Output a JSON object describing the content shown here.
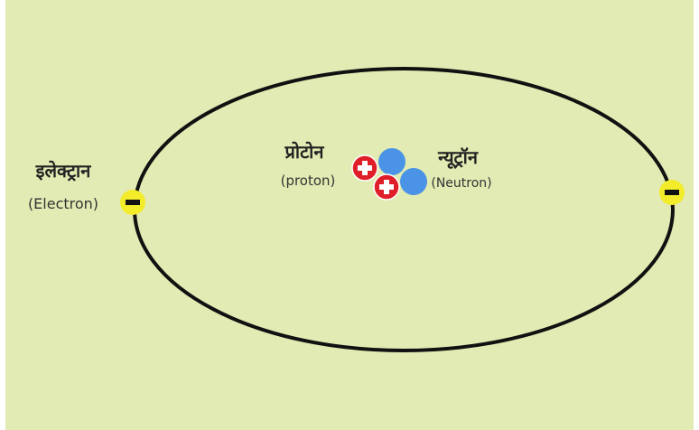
{
  "colors": {
    "background": "#e2ebb3",
    "orbit": "#111111",
    "electron": "#f2ec2a",
    "proton": "#e01e2a",
    "neutron": "#4b93e6",
    "text": "#222222"
  },
  "labels": {
    "electron_hindi": "इलेक्ट्रान",
    "electron_english": "(Electron)",
    "proton_hindi": "प्रोटोन",
    "proton_english": "(proton)",
    "neutron_hindi": "न्यूट्रॉन",
    "neutron_english": "(Neutron)"
  },
  "signs": {
    "electron": "−",
    "proton": "+"
  }
}
